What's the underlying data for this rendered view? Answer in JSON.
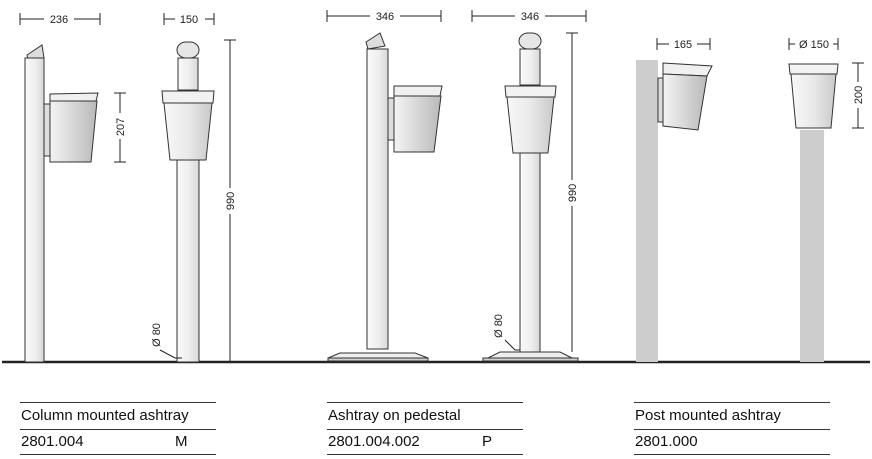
{
  "products": [
    {
      "name": "Column mounted ashtray",
      "code": "2801.004",
      "suffix": "M"
    },
    {
      "name": "Ashtray on pedestal",
      "code": "2801.004.002",
      "suffix": "P"
    },
    {
      "name": "Post mounted ashtray",
      "code": "2801.000",
      "suffix": ""
    }
  ],
  "dimensions": {
    "column_width": "236",
    "column_head": "150",
    "bin_height_column": "207",
    "height_column": "990",
    "column_base_dia": "Ø 80",
    "pedestal_width_side": "346",
    "pedestal_width_front": "346",
    "height_pedestal": "990",
    "pedestal_base_dia": "Ø 80",
    "post_bin_width": "165",
    "post_bin_dia": "Ø 150",
    "post_bin_height": "200"
  }
}
